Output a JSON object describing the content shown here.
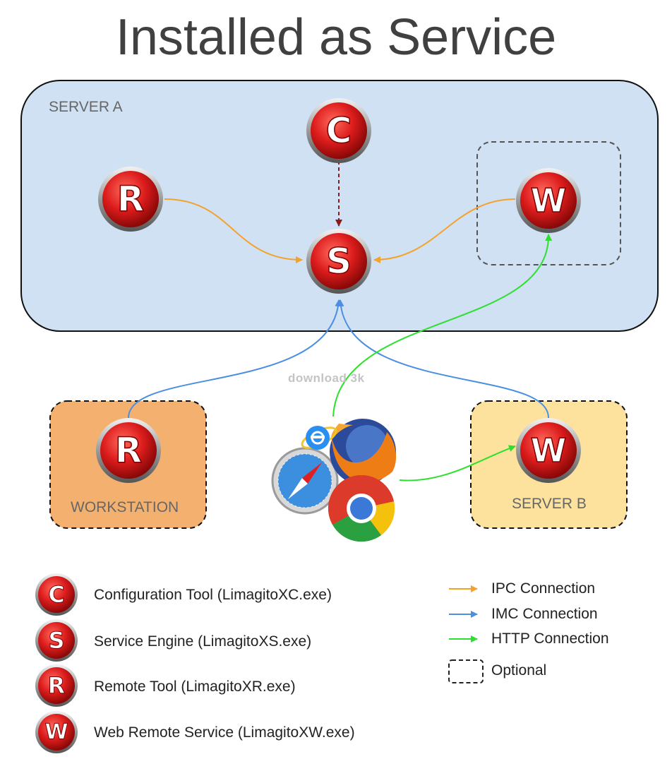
{
  "title": "Installed as Service",
  "boxes": {
    "server_a": "SERVER A",
    "workstation": "WORKSTATION",
    "server_b": "SERVER B"
  },
  "icons": {
    "c": "C",
    "s": "S",
    "r": "R",
    "w": "W"
  },
  "legend": {
    "components": [
      {
        "letter": "C",
        "label": "Configuration Tool (LimagitoXC.exe)"
      },
      {
        "letter": "S",
        "label": "Service Engine (LimagitoXS.exe)"
      },
      {
        "letter": "R",
        "label": "Remote Tool (LimagitoXR.exe)"
      },
      {
        "letter": "W",
        "label": "Web Remote Service (LimagitoXW.exe)"
      }
    ],
    "connections": [
      {
        "label": "IPC Connection",
        "color": "#f4a22e"
      },
      {
        "label": "IMC Connection",
        "color": "#4a8fe0"
      },
      {
        "label": "HTTP Connection",
        "color": "#2ee02e"
      }
    ],
    "optional": "Optional"
  },
  "watermark": "download 3k",
  "colors": {
    "server_a_fill": "#cfe1f3",
    "workstation_fill": "#f4b06e",
    "server_b_fill": "#fde29e",
    "icon_red": "#d9141b",
    "dashed_arrow": "#8b1a1a"
  }
}
